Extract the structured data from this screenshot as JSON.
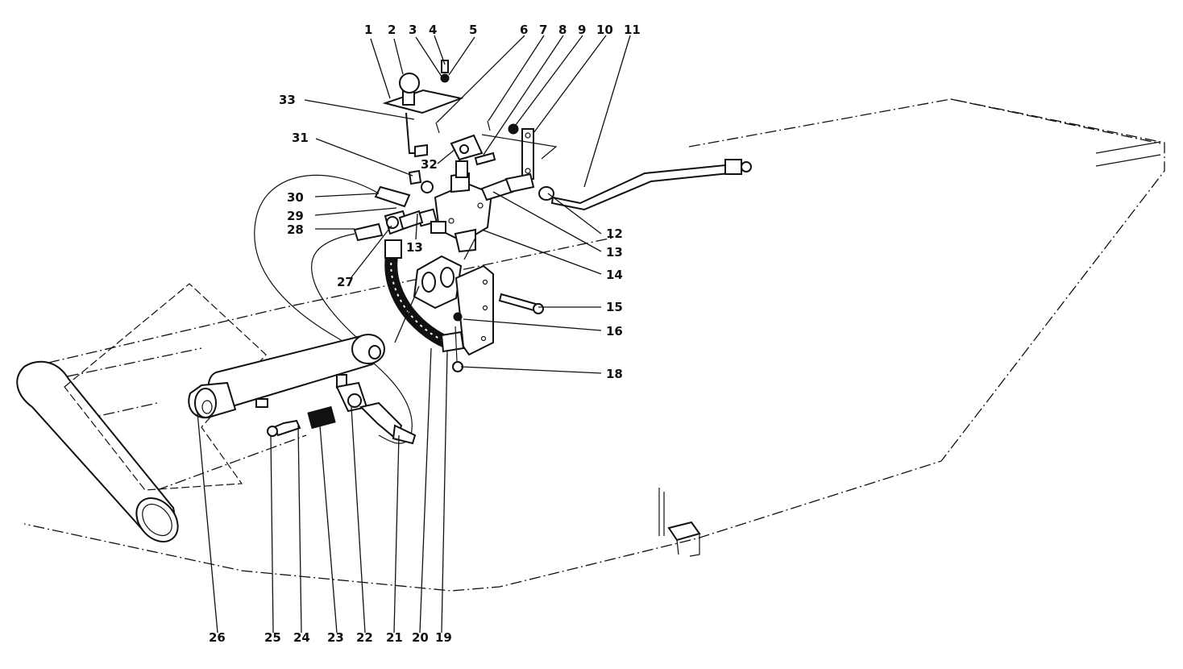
{
  "callouts": [
    {
      "id": "c1",
      "text": "1"
    },
    {
      "id": "c2",
      "text": "2"
    },
    {
      "id": "c3",
      "text": "3"
    },
    {
      "id": "c4",
      "text": "4"
    },
    {
      "id": "c5",
      "text": "5"
    },
    {
      "id": "c6",
      "text": "6"
    },
    {
      "id": "c7",
      "text": "7"
    },
    {
      "id": "c8",
      "text": "8"
    },
    {
      "id": "c9",
      "text": "9"
    },
    {
      "id": "c10",
      "text": "10"
    },
    {
      "id": "c11",
      "text": "11"
    },
    {
      "id": "c12",
      "text": "12"
    },
    {
      "id": "c13a",
      "text": "13"
    },
    {
      "id": "c13b",
      "text": "13"
    },
    {
      "id": "c14",
      "text": "14"
    },
    {
      "id": "c15",
      "text": "15"
    },
    {
      "id": "c16",
      "text": "16"
    },
    {
      "id": "c18",
      "text": "18"
    },
    {
      "id": "c19",
      "text": "19"
    },
    {
      "id": "c20",
      "text": "20"
    },
    {
      "id": "c21",
      "text": "21"
    },
    {
      "id": "c22",
      "text": "22"
    },
    {
      "id": "c23",
      "text": "23"
    },
    {
      "id": "c24",
      "text": "24"
    },
    {
      "id": "c25",
      "text": "25"
    },
    {
      "id": "c26",
      "text": "26"
    },
    {
      "id": "c27",
      "text": "27"
    },
    {
      "id": "c28",
      "text": "28"
    },
    {
      "id": "c29",
      "text": "29"
    },
    {
      "id": "c30",
      "text": "30"
    },
    {
      "id": "c31",
      "text": "31"
    },
    {
      "id": "c32",
      "text": "32"
    },
    {
      "id": "c33",
      "text": "33"
    }
  ]
}
